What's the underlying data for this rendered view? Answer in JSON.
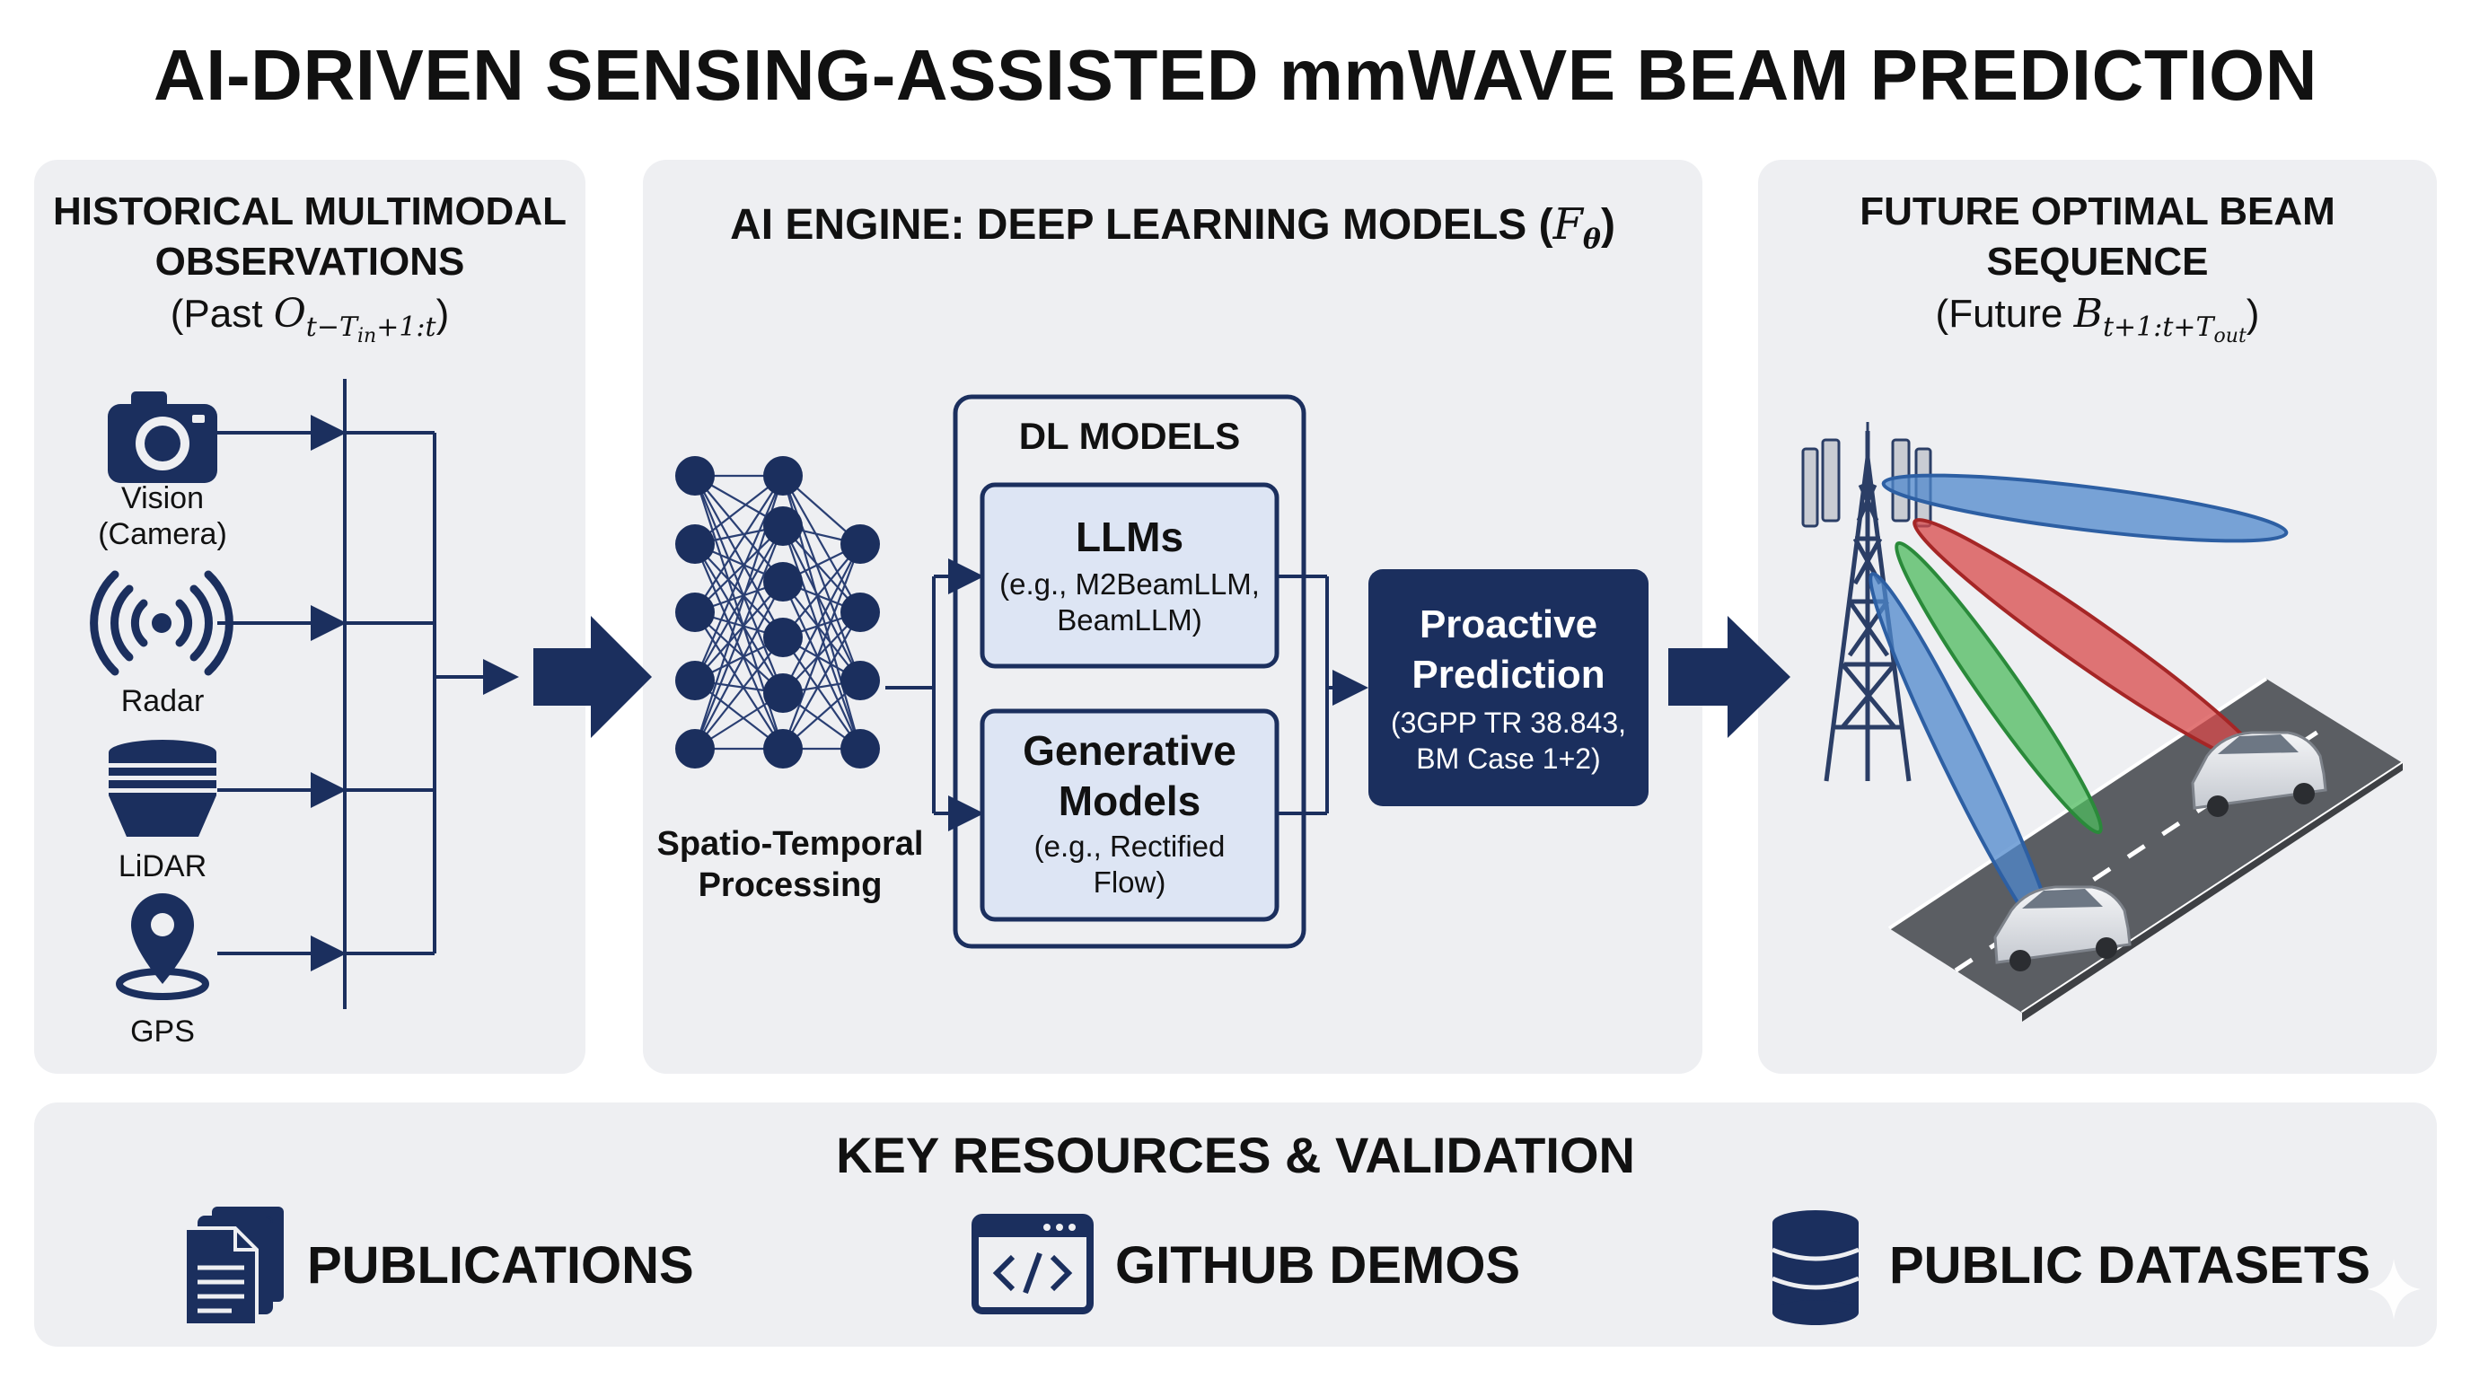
{
  "title": "AI-DRIVEN SENSING-ASSISTED mmWAVE BEAM PREDICTION",
  "left_panel": {
    "title_line1": "HISTORICAL MULTIMODAL",
    "title_line2": "OBSERVATIONS",
    "sub_prefix": "(Past ",
    "sub_symbol": "O",
    "sub_subscript": "t−T",
    "sub_subscript_small": "in",
    "sub_subscript_tail": "+1:t",
    "sub_suffix": ")",
    "inputs": [
      {
        "icon": "camera-icon",
        "label1": "Vision",
        "label2": "(Camera)"
      },
      {
        "icon": "radar-icon",
        "label1": "Radar"
      },
      {
        "icon": "lidar-icon",
        "label1": "LiDAR"
      },
      {
        "icon": "gps-pin-icon",
        "label1": "GPS"
      }
    ]
  },
  "middle_panel": {
    "title_prefix": "AI ENGINE: DEEP LEARNING MODELS (",
    "title_symbol": "F",
    "title_subscript": "θ",
    "title_suffix": ")",
    "network_label1": "Spatio-Temporal",
    "network_label2": "Processing",
    "dl_title": "DL MODELS",
    "llm_title": "LLMs",
    "llm_sub1": "(e.g., M2BeamLLM,",
    "llm_sub2": "BeamLLM)",
    "gen_title1": "Generative",
    "gen_title2": "Models",
    "gen_sub1": "(e.g., Rectified",
    "gen_sub2": "Flow)",
    "pred_title1": "Proactive",
    "pred_title2": "Prediction",
    "pred_sub1": "(3GPP TR 38.843,",
    "pred_sub2": "BM Case 1+2)"
  },
  "right_panel": {
    "title_line1": "FUTURE OPTIMAL BEAM",
    "title_line2": "SEQUENCE",
    "sub_prefix": "(Future ",
    "sub_symbol": "B",
    "sub_subscript": "t+1:t+T",
    "sub_subscript_small": "out",
    "sub_suffix": ")",
    "beam_colors": [
      "#3f7cc4",
      "#d23a3a",
      "#3aa84f",
      "#3f7cc4"
    ]
  },
  "bottom_panel": {
    "title": "KEY RESOURCES & VALIDATION",
    "resources": [
      {
        "icon": "documents-icon",
        "label": "PUBLICATIONS"
      },
      {
        "icon": "code-window-icon",
        "label": "GITHUB DEMOS"
      },
      {
        "icon": "database-icon",
        "label": "PUBLIC DATASETS"
      }
    ]
  },
  "colors": {
    "navy": "#1b2f5e",
    "panel_bg": "#eeeff2",
    "box_fill": "#dde5f4"
  }
}
